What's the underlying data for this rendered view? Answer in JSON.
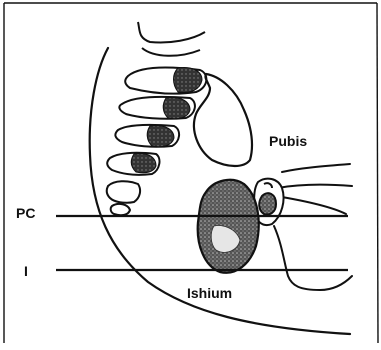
{
  "figure": {
    "labels": {
      "pubis": "Pubis",
      "ishium": "Ishium",
      "pc_line": "PC",
      "i_line": "I"
    },
    "colors": {
      "ink": "#111111",
      "background": "#ffffff"
    }
  }
}
